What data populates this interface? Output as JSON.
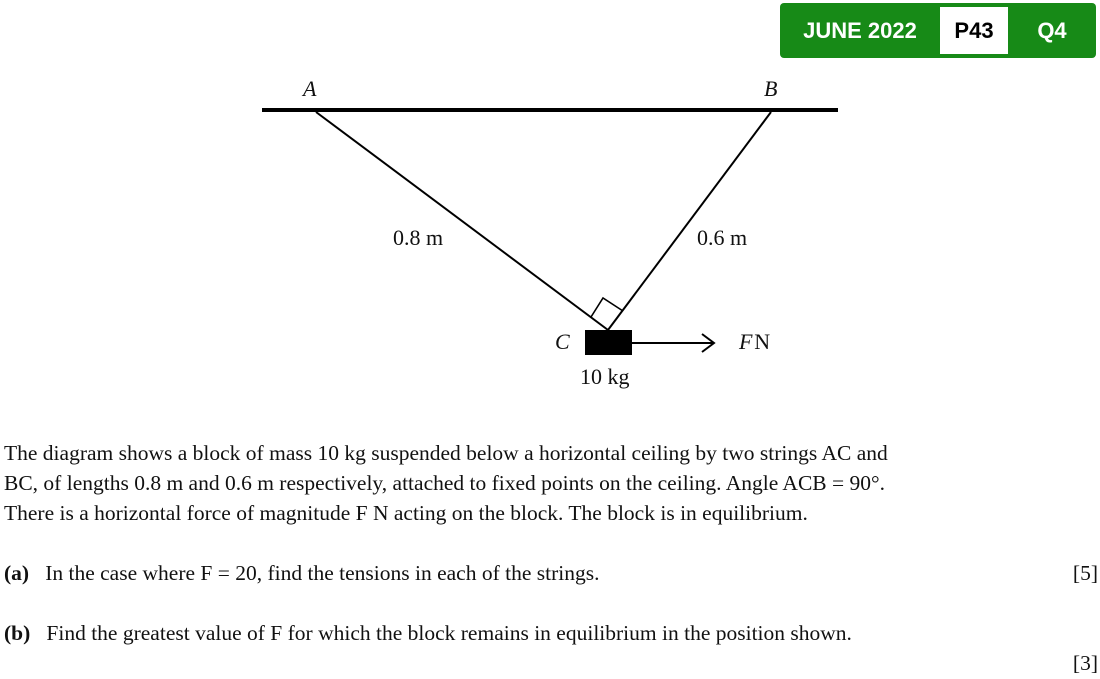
{
  "badge": {
    "session": "JUNE 2022",
    "paper": "P43",
    "question": "Q4",
    "color": "#178a17"
  },
  "diagram": {
    "point_a": "A",
    "point_b": "B",
    "point_c": "C",
    "length_ac": "0.8 m",
    "length_bc": "0.6 m",
    "mass": "10 kg",
    "force_var": "F",
    "force_unit": "N"
  },
  "text": {
    "line1": "The diagram shows a block of mass 10 kg suspended below a horizontal ceiling by two strings AC and",
    "line2": "BC, of lengths 0.8 m and 0.6 m respectively, attached to fixed points on the ceiling. Angle ACB = 90°.",
    "line3": "There is a horizontal force of magnitude F N acting on the block. The block is in equilibrium."
  },
  "parts": [
    {
      "label": "(a)",
      "text": "In the case where F = 20, find the tensions in each of the strings.",
      "marks": "[5]"
    },
    {
      "label": "(b)",
      "text": "Find the greatest value of F for which the block remains in equilibrium in the position shown.",
      "marks": "[3]"
    }
  ]
}
